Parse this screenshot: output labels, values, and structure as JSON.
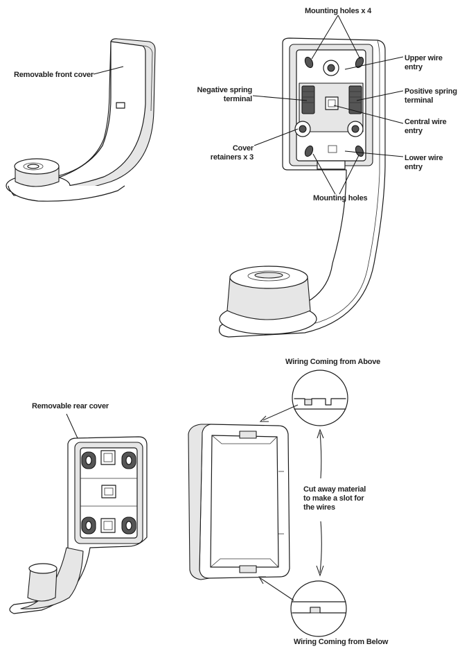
{
  "labels": {
    "removable_front_cover": "Removable front cover",
    "mounting_holes_x4": "Mounting holes x 4",
    "upper_wire_entry": [
      "Upper wire",
      "entry"
    ],
    "negative_spring_terminal": [
      "Negative spring",
      "terminal"
    ],
    "positive_spring_terminal": [
      "Positive spring",
      "terminal"
    ],
    "central_wire_entry": [
      "Central wire",
      "entry"
    ],
    "cover_retainers_x3": [
      "Cover",
      "retainers x 3"
    ],
    "lower_wire_entry": [
      "Lower wire",
      "entry"
    ],
    "mounting_holes": "Mounting holes",
    "wiring_from_above": "Wiring Coming from Above",
    "removable_rear_cover": "Removable rear cover",
    "cut_away_material": [
      "Cut away material",
      "to make a slot for",
      "the wires"
    ],
    "wiring_from_below": "Wiring Coming from Below"
  }
}
